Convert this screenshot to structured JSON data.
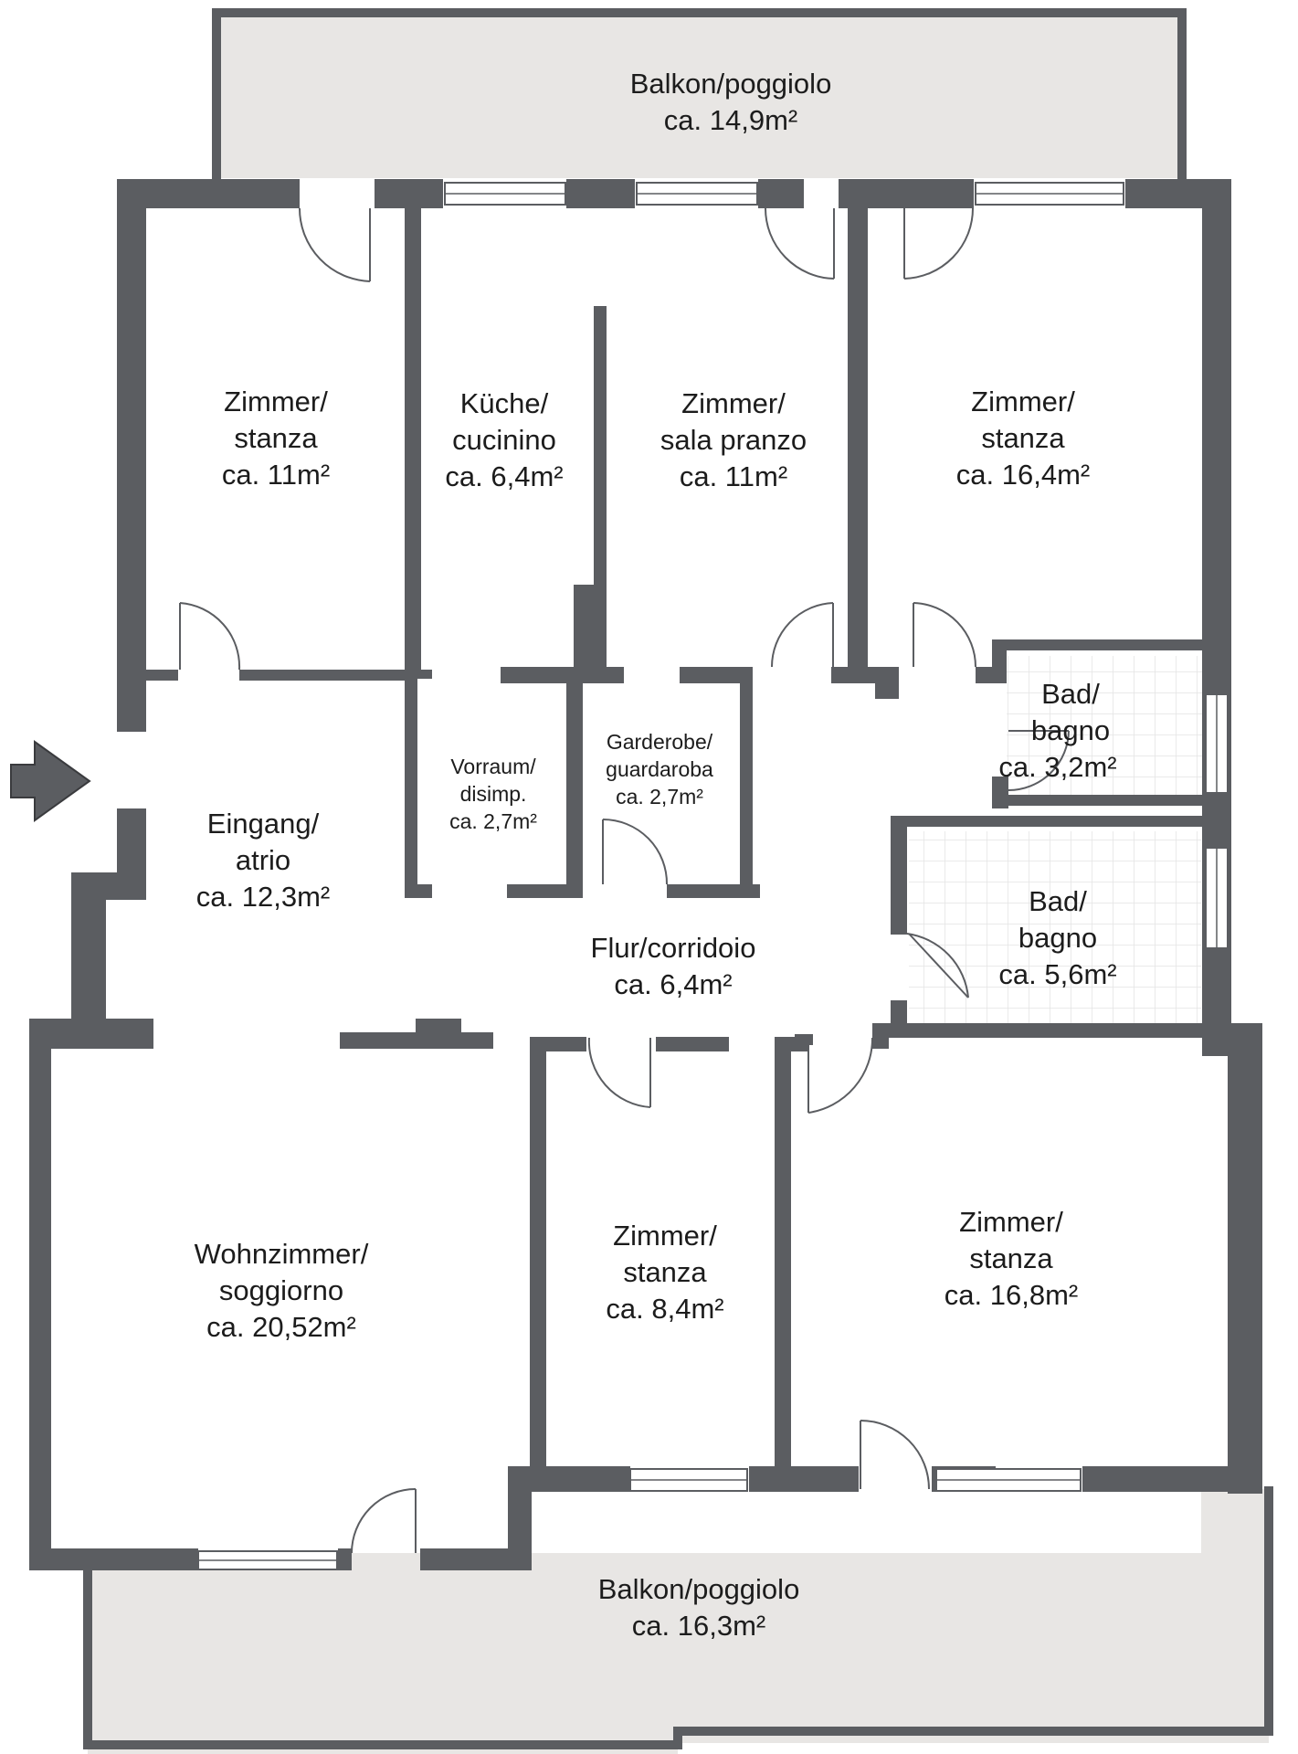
{
  "rooms": {
    "balcony_top": {
      "l1": "Balkon/poggiolo",
      "l2": "ca. 14,9m²"
    },
    "room_tl": {
      "l1": "Zimmer/",
      "l2": "stanza",
      "l3": "ca. 11m²"
    },
    "kitchen": {
      "l1": "Küche/",
      "l2": "cucinino",
      "l3": "ca. 6,4m²"
    },
    "dining": {
      "l1": "Zimmer/",
      "l2": "sala pranzo",
      "l3": "ca. 11m²"
    },
    "room_tr": {
      "l1": "Zimmer/",
      "l2": "stanza",
      "l3": "ca. 16,4m²"
    },
    "bath_small": {
      "l1": "Bad/",
      "l2": "bagno",
      "l3": "ca. 3,2m²"
    },
    "vorraum": {
      "l1": "Vorraum/",
      "l2": "disimp.",
      "l3": "ca. 2,7m²"
    },
    "garderobe": {
      "l1": "Garderobe/",
      "l2": "guardaroba",
      "l3": "ca. 2,7m²"
    },
    "entrance": {
      "l1": "Eingang/",
      "l2": "atrio",
      "l3": "ca. 12,3m²"
    },
    "bath_large": {
      "l1": "Bad/",
      "l2": "bagno",
      "l3": "ca. 5,6m²"
    },
    "corridor": {
      "l1": "Flur/corridoio",
      "l2": "ca. 6,4m²"
    },
    "living": {
      "l1": "Wohnzimmer/",
      "l2": "soggiorno",
      "l3": "ca. 20,52m²"
    },
    "room_bm": {
      "l1": "Zimmer/",
      "l2": "stanza",
      "l3": "ca. 8,4m²"
    },
    "room_br": {
      "l1": "Zimmer/",
      "l2": "stanza",
      "l3": "ca. 16,8m²"
    },
    "balcony_bottom": {
      "l1": "Balkon/poggiolo",
      "l2": "ca. 16,3m²"
    }
  },
  "colors": {
    "wall": "#5b5d61",
    "balcony": "#e8e6e4",
    "tile_grid": "#e4e4e4",
    "text": "#1c1c1c"
  },
  "icons": {
    "entrance_marker": "entrance-arrow-icon"
  }
}
